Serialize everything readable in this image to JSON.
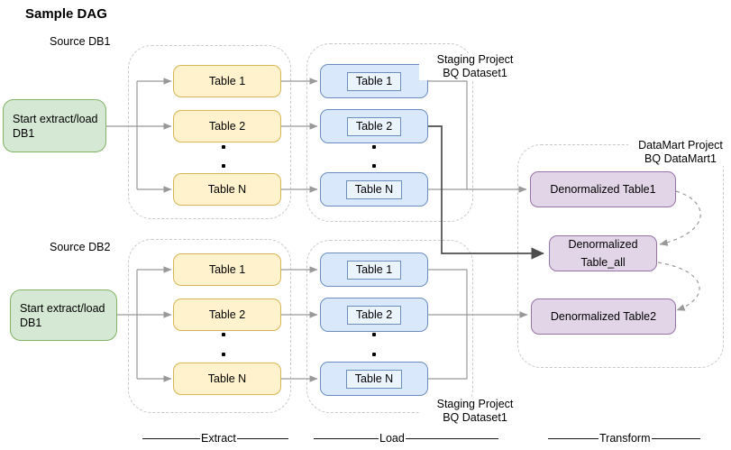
{
  "title": "Sample DAG",
  "sources": {
    "db1_label": "Source DB1",
    "db2_label": "Source DB2"
  },
  "start_nodes": {
    "db1": {
      "line1": "Start extract/load",
      "line2": "DB1"
    },
    "db2": {
      "line1": "Start extract/load",
      "line2": "DB1"
    }
  },
  "extract": {
    "group1_tables": [
      "Table 1",
      "Table 2",
      "Table N"
    ],
    "group2_tables": [
      "Table 1",
      "Table 2",
      "Table N"
    ]
  },
  "load": {
    "group1_tables": [
      "Table 1",
      "Table 2",
      "Table N"
    ],
    "group2_tables": [
      "Table 1",
      "Table 2",
      "Table N"
    ],
    "group1_label": {
      "line1": "Staging Project",
      "line2": "BQ Dataset1"
    },
    "group2_label": {
      "line1": "Staging Project",
      "line2": "BQ Dataset1"
    }
  },
  "transform": {
    "container_label": {
      "line1": "DataMart Project",
      "line2": "BQ DataMart1"
    },
    "table1": "Denormalized Table1",
    "table_all": {
      "line1": "Denormalized",
      "line2": "Table_all"
    },
    "table2": "Denormalized Table2"
  },
  "stages": {
    "extract": "Extract",
    "load": "Load",
    "transform": "Transform"
  },
  "colors": {
    "green_fill": "#d5e8d4",
    "green_stroke": "#82b366",
    "yellow_fill": "#fff2cc",
    "yellow_stroke": "#d6b656",
    "blue_fill": "#dae8fc",
    "blue_stroke": "#6c8ebf",
    "purple_fill": "#e1d5e7",
    "purple_stroke": "#9673a6",
    "connector": "#999999",
    "connector_emphasis": "#4d4d4d",
    "container_border": "#c9c9c9"
  }
}
